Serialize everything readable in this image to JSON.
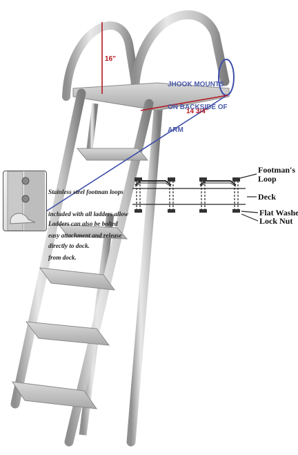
{
  "dimensions": {
    "height_label": "16\"",
    "width_label": "14 3/4\""
  },
  "jhook_note": {
    "line1": "JHOOK MOUNTS",
    "line2": "ON BACKSIDE OF",
    "line3": "ARM"
  },
  "footman_caption": {
    "lines": [
      "Stainless steel footman loops",
      "included with all ladders allow",
      "easy attachment and release",
      "from dock."
    ]
  },
  "bolt_caption": {
    "lines": [
      "Ladders can also be bolted",
      "directly to dock."
    ]
  },
  "diagram_labels": {
    "footmans_loop_line1": "Footman's",
    "footmans_loop_line2": "Loop",
    "deck": "Deck",
    "flat_washer": "Flat Washer",
    "lock_nut": "Lock Nut"
  },
  "colors": {
    "dimension_red": "#b3161e",
    "note_blue": "#4a5aa8",
    "aluminum_light": "#dcdcdc",
    "aluminum_dark": "#8f8f8f"
  }
}
